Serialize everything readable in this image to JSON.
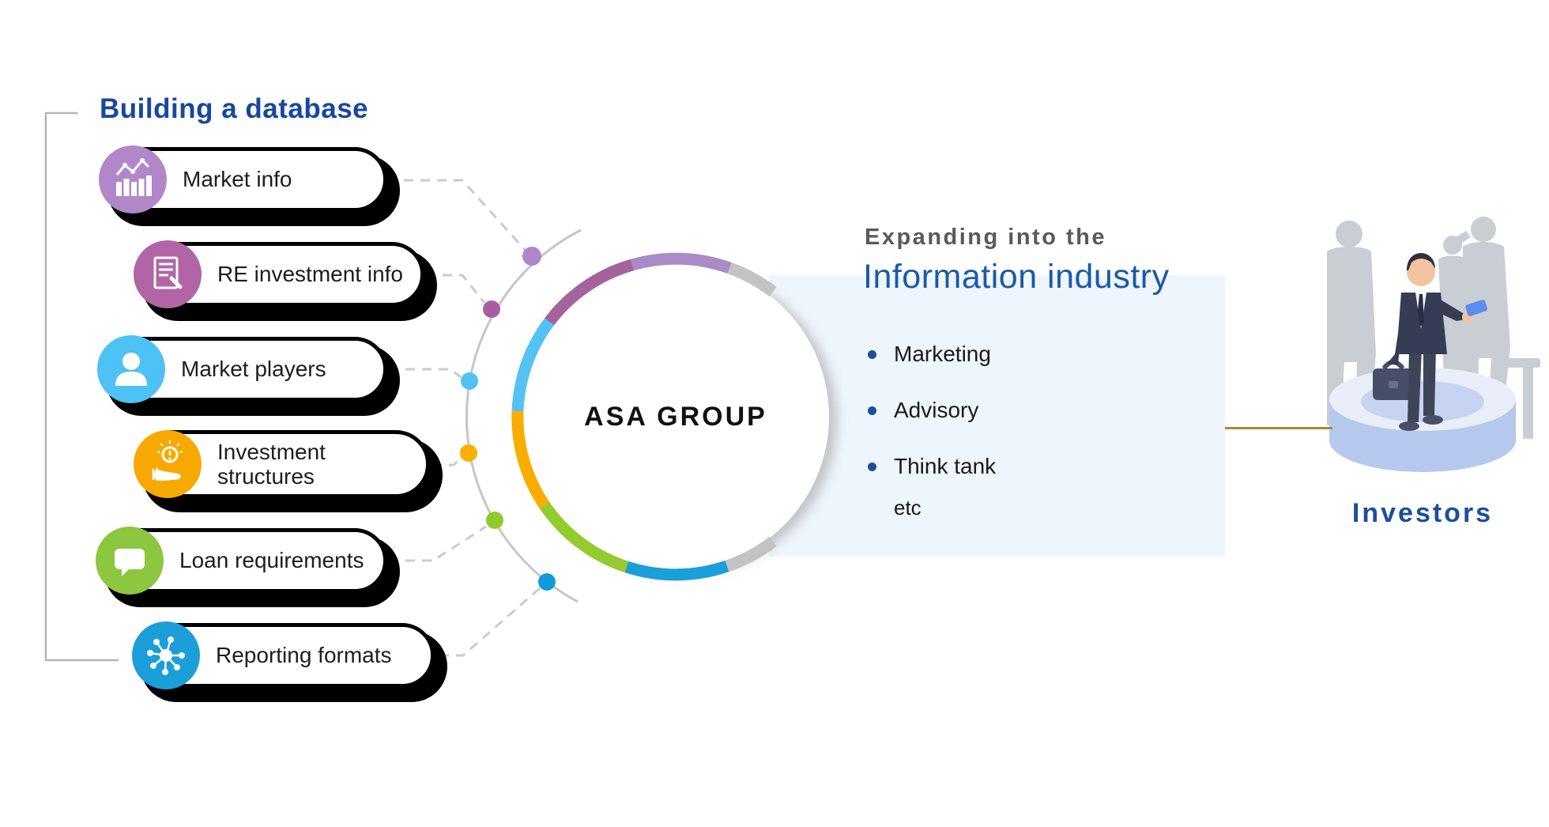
{
  "title": "Building a database",
  "pills": [
    {
      "label": "Market info",
      "icon": "bar-chart-icon",
      "color": "#B287C9"
    },
    {
      "label": "RE investment info",
      "icon": "document-pen-icon",
      "color": "#B165A6"
    },
    {
      "label": "Market players",
      "icon": "person-icon",
      "color": "#4EC1F5"
    },
    {
      "label": "Investment structures",
      "icon": "hand-lightbulb-icon",
      "color": "#F8A900"
    },
    {
      "label": "Loan requirements",
      "icon": "speech-bubble-icon",
      "color": "#8DC63F"
    },
    {
      "label": "Reporting formats",
      "icon": "hub-network-icon",
      "color": "#1B9FD8"
    }
  ],
  "center": {
    "label": "ASA GROUP"
  },
  "ring": {
    "segments": [
      {
        "name": "gray-top-stub",
        "color": "#C3C3C3"
      },
      {
        "name": "light-purple",
        "color": "#A98BC7"
      },
      {
        "name": "mauve",
        "color": "#A4639D"
      },
      {
        "name": "sky-blue",
        "color": "#55C2F5"
      },
      {
        "name": "yellow",
        "color": "#FBAC00"
      },
      {
        "name": "green",
        "color": "#94CB2E"
      },
      {
        "name": "dark-blue",
        "color": "#199FD9"
      },
      {
        "name": "gray-bottom-stub",
        "color": "#C3C3C3"
      }
    ]
  },
  "dots": [
    {
      "name": "purple-dot",
      "color": "#B185C7"
    },
    {
      "name": "mauve-dot",
      "color": "#AA5CA2"
    },
    {
      "name": "sky-blue-dot",
      "color": "#52C1F5"
    },
    {
      "name": "yellow-dot",
      "color": "#FBAF00"
    },
    {
      "name": "green-dot",
      "color": "#8FC92C"
    },
    {
      "name": "dark-blue-dot",
      "color": "#0F9CD8"
    }
  ],
  "panel": {
    "heading_small": "Expanding into the",
    "heading_large": "Information industry",
    "bullets": [
      "Marketing",
      "Advisory",
      "Think tank"
    ],
    "bullets_suffix": "etc",
    "bg": "#EFF5FC"
  },
  "investors": {
    "label": "Investors"
  },
  "colors": {
    "title_blue": "#17479E",
    "heading_gray": "#595959",
    "heading_blue": "#1A5AA8",
    "investors_blue": "#1A4E9E",
    "gold_line": "#A6893B",
    "dashed_gray": "#CBCBCB",
    "arc_gray": "#C6C6C6",
    "bracket_gray": "#B5B5B5"
  }
}
